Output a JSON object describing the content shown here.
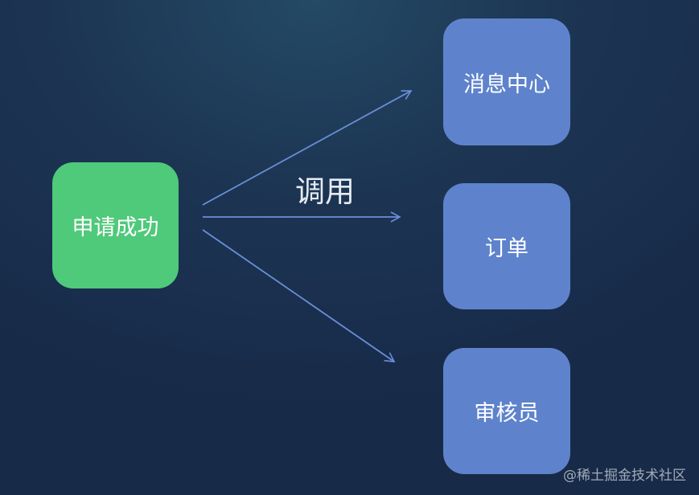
{
  "diagram": {
    "source_node": {
      "label": "申请成功"
    },
    "target_nodes": [
      {
        "label": "消息中心"
      },
      {
        "label": "订单"
      },
      {
        "label": "审核员"
      }
    ],
    "edge_label": "调用"
  },
  "watermark": "@稀土掘金技术社区",
  "colors": {
    "background": "#1b3150",
    "source_node": "#4fc97a",
    "target_node": "#5e83cc",
    "arrow": "#6a8fd8"
  }
}
